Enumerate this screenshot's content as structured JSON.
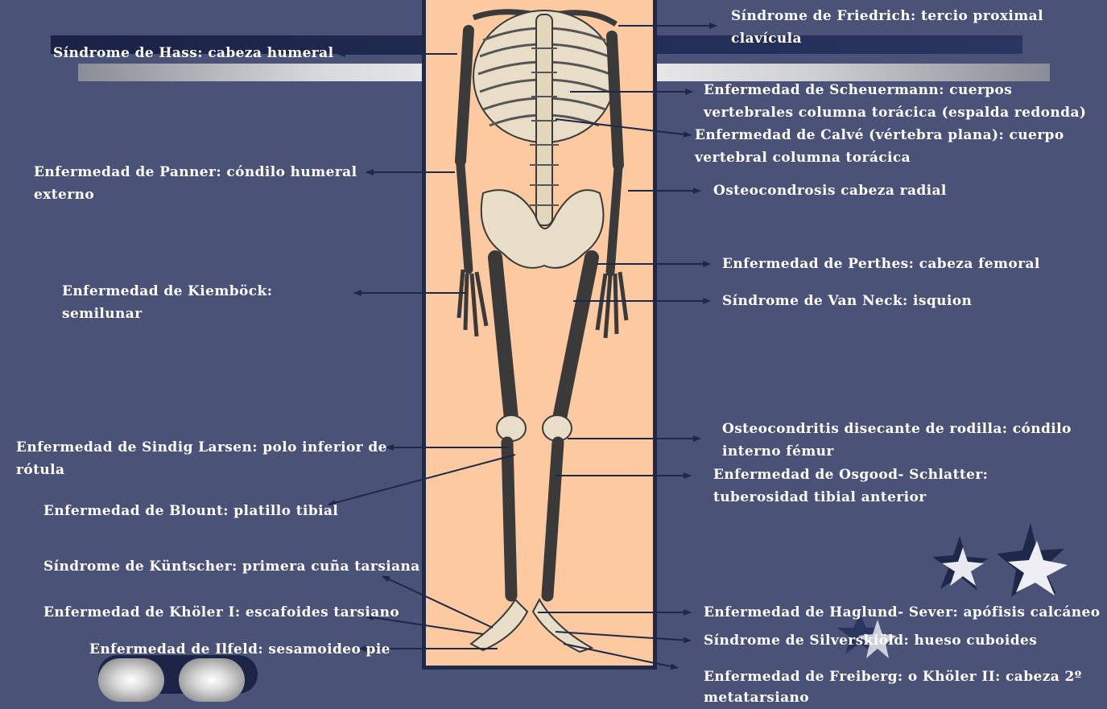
{
  "labels": {
    "friedrich_1": "Síndrome de Friedrich: tercio proximal",
    "friedrich_2": "clavícula",
    "hass": "Síndrome de Hass: cabeza humeral",
    "scheuermann_1": "Enfermedad de Scheuermann: cuerpos",
    "scheuermann_2": "vertebrales columna torácica (espalda redonda)",
    "calve_1": "Enfermedad de Calvé (vértebra plana): cuerpo",
    "calve_2": "vertebral columna torácica",
    "panner_1": "Enfermedad de Panner: cóndilo humeral",
    "panner_2": "externo",
    "radial": "Osteocondrosis cabeza radial",
    "perthes": "Enfermedad de Perthes: cabeza femoral",
    "kiembock_1": "Enfermedad de Kiemböck:",
    "kiembock_2": "semilunar",
    "van_neck": "Síndrome de Van Neck: isquion",
    "osteocondritis_1": "Osteocondritis disecante de rodilla: cóndilo",
    "osteocondritis_2": "interno fémur",
    "sindig_1": "Enfermedad de Sindig Larsen: polo inferior de",
    "sindig_2": "rótula",
    "osgood_1": "Enfermedad de Osgood- Schlatter:",
    "osgood_2": "tuberosidad tibial anterior",
    "blount": "Enfermedad de Blount: platillo tibial",
    "kuntscher": "Síndrome de Küntscher: primera cuña tarsiana",
    "kohler": "Enfermedad de Khöler I: escafoides tarsiano",
    "haglund": "Enfermedad de Haglund- Sever: apófisis calcáneo",
    "silverskiold": "Síndrome de Silverskiöld: hueso cuboides",
    "ilfeld": "Enfermedad de Ilfeld: sesamoideo pie",
    "freiberg_1": "Enfermedad de Freiberg: o Khöler II: cabeza 2º",
    "freiberg_2": "metatarsiano"
  },
  "colors": {
    "background": "#4a5377",
    "panel": "#fcc9a0",
    "arrow": "#1e2848",
    "text": "#ffffff"
  },
  "icons": [
    "star-icon",
    "star-icon",
    "star-icon",
    "nav-pill-icon"
  ]
}
